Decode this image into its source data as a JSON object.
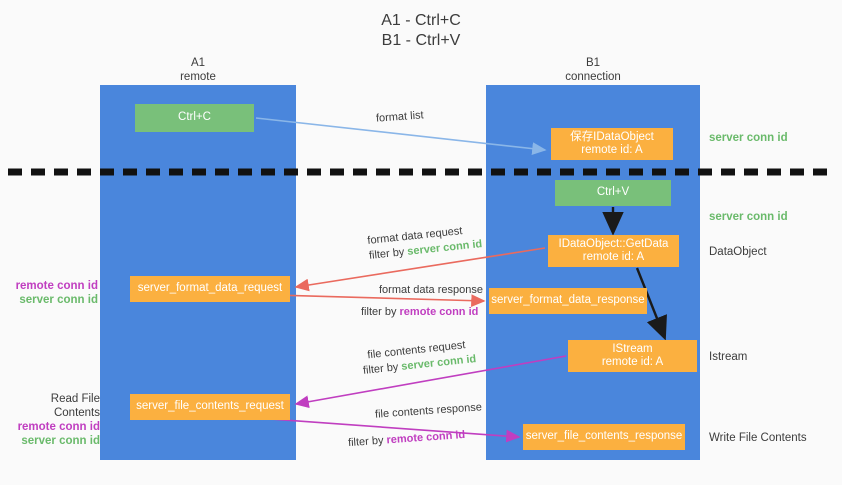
{
  "title": {
    "line1": "A1 - Ctrl+C",
    "line2": "B1 - Ctrl+V"
  },
  "lanes": [
    {
      "name": "A1",
      "sub": "remote",
      "color": "#4a86dc"
    },
    {
      "name": "B1",
      "sub": "connection",
      "color": "#4a86dc"
    }
  ],
  "nodes": {
    "ctrl_c": {
      "label": "Ctrl+C",
      "color": "#79c07a"
    },
    "ctrl_v": {
      "label": "Ctrl+V",
      "color": "#79c07a"
    },
    "save_dataobject": {
      "label": "保存IDataObject",
      "sub": "remote id: A",
      "color": "#fbb040"
    },
    "getdata": {
      "label": "IDataObject::GetData",
      "sub": "remote id: A",
      "color": "#fbb040"
    },
    "istream": {
      "label": "IStream",
      "sub": "remote id: A",
      "color": "#fbb040"
    },
    "server_format_data_request": {
      "label": "server_format_data_request",
      "color": "#fbb040"
    },
    "server_format_data_response": {
      "label": "server_format_data_response",
      "color": "#fbb040"
    },
    "server_file_contents_request": {
      "label": "server_file_contents_request",
      "color": "#fbb040"
    },
    "server_file_contents_response": {
      "label": "server_file_contents_response",
      "color": "#fbb040"
    }
  },
  "edges": {
    "format_list": "format list",
    "format_data_request": "format data request",
    "format_data_request_filter_prefix": "filter by ",
    "format_data_request_filter_key": "server conn id",
    "format_data_response": "format data response",
    "format_data_response_filter_prefix": "filter by ",
    "format_data_response_filter_key": "remote conn id",
    "file_contents_request": "file contents request",
    "file_contents_request_filter_prefix": "filter by ",
    "file_contents_request_filter_key": "server conn id",
    "file_contents_response": "file contents response",
    "file_contents_response_filter_prefix": "filter by ",
    "file_contents_response_filter_key": "remote conn id"
  },
  "right_labels": {
    "server_conn_id_top": "server conn id",
    "server_conn_id_mid": "server conn id",
    "dataobject": "DataObject",
    "istream": "Istream",
    "write_file_contents": "Write File Contents"
  },
  "left_labels": {
    "remote_conn_id_1": "remote conn id",
    "server_conn_id_1": "server conn id",
    "read_file_contents": "Read File Contents",
    "remote_conn_id_2": "remote conn id",
    "server_conn_id_2": "server conn id"
  },
  "colors": {
    "lane": "#4a86dc",
    "green_node": "#79c07a",
    "orange_node": "#fbb040",
    "green_text": "#6aba6b",
    "magenta_text": "#c03ec0",
    "red_arrow": "#ea6a5e",
    "blue_arrow": "#8ab6e8",
    "black_arrow": "#1a1a1a",
    "divider": "#111111",
    "background": "#fafafa"
  }
}
